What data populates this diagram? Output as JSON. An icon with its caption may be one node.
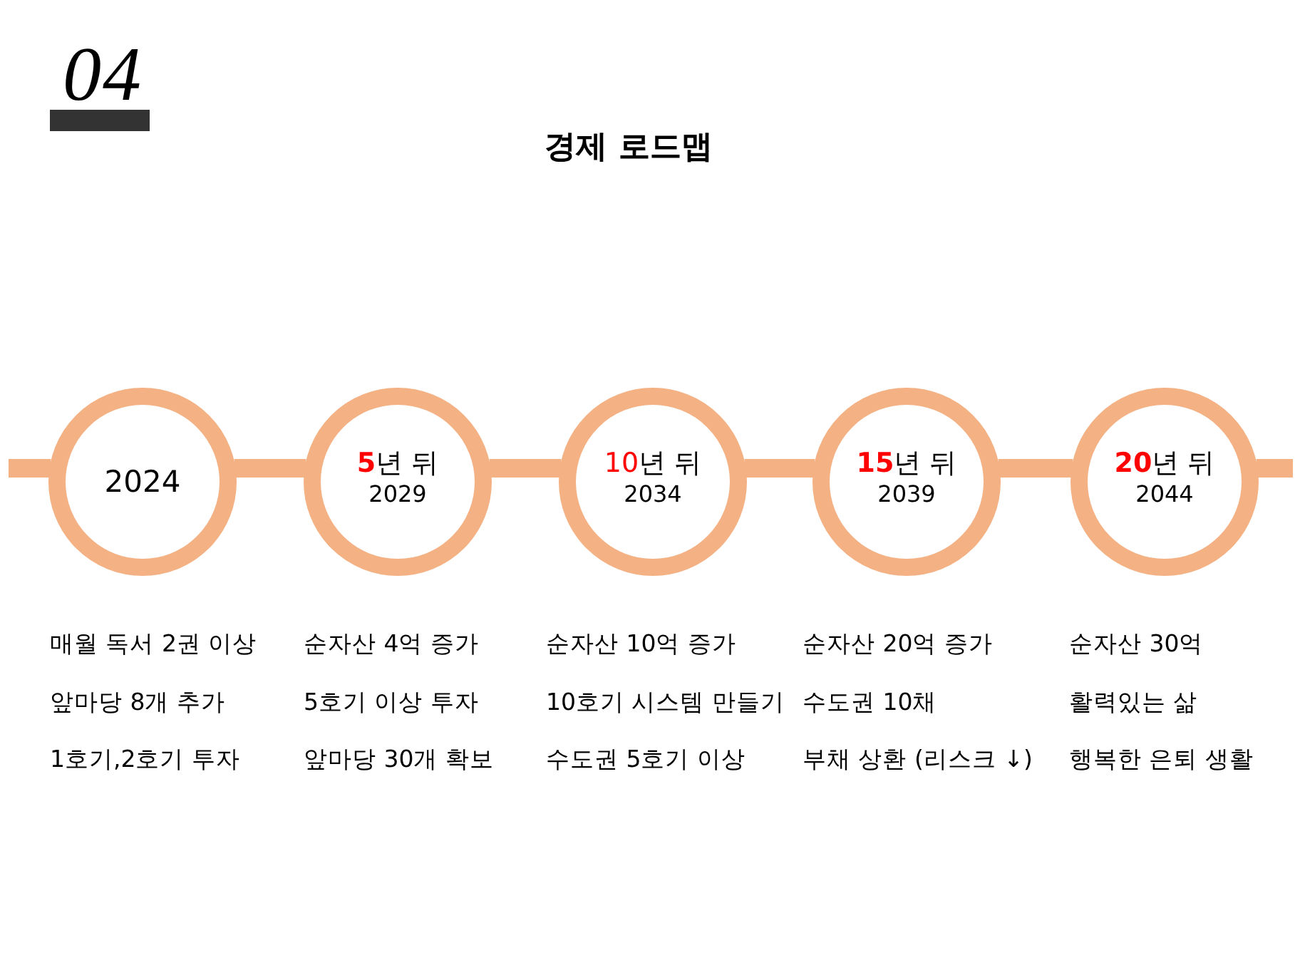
{
  "diagram": {
    "title": "경제 로드맵",
    "nodes": [
      {
        "text": [
          "2024"
        ],
        "beside": [
          "매월 독서 2권 이상",
          "앞마당 8개 추가",
          "1호기,2호기 투자"
        ]
      },
      {
        "text": [
          "**5**년 뒤",
          "2029"
        ],
        "beside": [
          "순자산 4억 증가",
          "5호기 이상 투자",
          "앞마당 30개 확보"
        ]
      },
      {
        "text": [
          "**10**년 뒤",
          "2034"
        ],
        "beside": [
          "순자산 10억 증가",
          "10호기 시스템 만들기",
          "수도권 5호기 이상"
        ]
      },
      {
        "text": [
          "**15**년 뒤",
          "2039"
        ],
        "beside": [
          "순자산 20억 증가",
          "수도권 10채",
          "부채 상환 (리스크 ↓)"
        ]
      },
      {
        "text": [
          "**20**년 뒤",
          "2044"
        ],
        "beside": [
          "순자산 30억",
          "활력있는 삶",
          "행복한 은퇴 생활"
        ]
      }
    ],
    "edges": [
      {
        "from": null,
        "to": 0,
        "arrow": "none"
      },
      {
        "from": 0,
        "to": 1,
        "arrow": "none"
      },
      {
        "from": 1,
        "to": 2,
        "arrow": "none"
      },
      {
        "from": 2,
        "to": 3,
        "arrow": "none"
      },
      {
        "from": 3,
        "to": 4,
        "arrow": "none"
      },
      {
        "from": 4,
        "to": null,
        "arrow": "none"
      }
    ],
    "labels": [
      "04"
    ]
  }
}
